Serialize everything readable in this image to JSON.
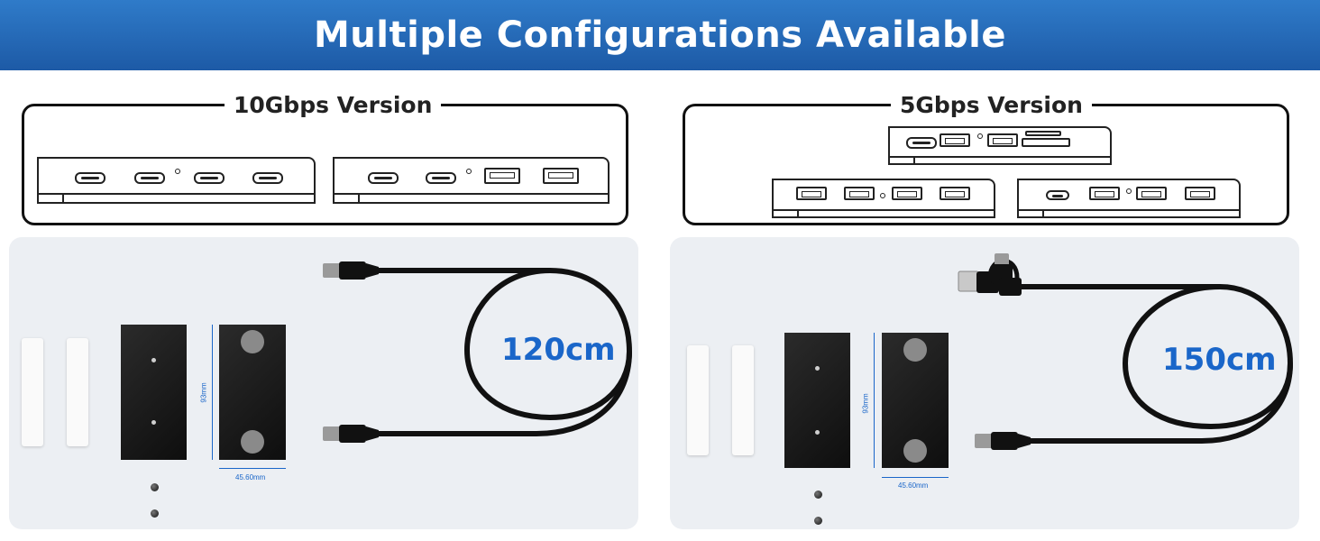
{
  "banner": {
    "title": "Multiple Configurations Available"
  },
  "versions": [
    {
      "label": "10Gbps Version"
    },
    {
      "label": "5Gbps Version"
    }
  ],
  "panels": [
    {
      "cable_length": "120cm",
      "height_dim": "93mm",
      "width_dim": "45.60mm"
    },
    {
      "cable_length": "150cm",
      "height_dim": "93mm",
      "width_dim": "45.60mm"
    }
  ],
  "colors": {
    "banner": "#2f7bc9",
    "accent_text": "#1a66c9",
    "panel_bg": "#eceff3"
  }
}
